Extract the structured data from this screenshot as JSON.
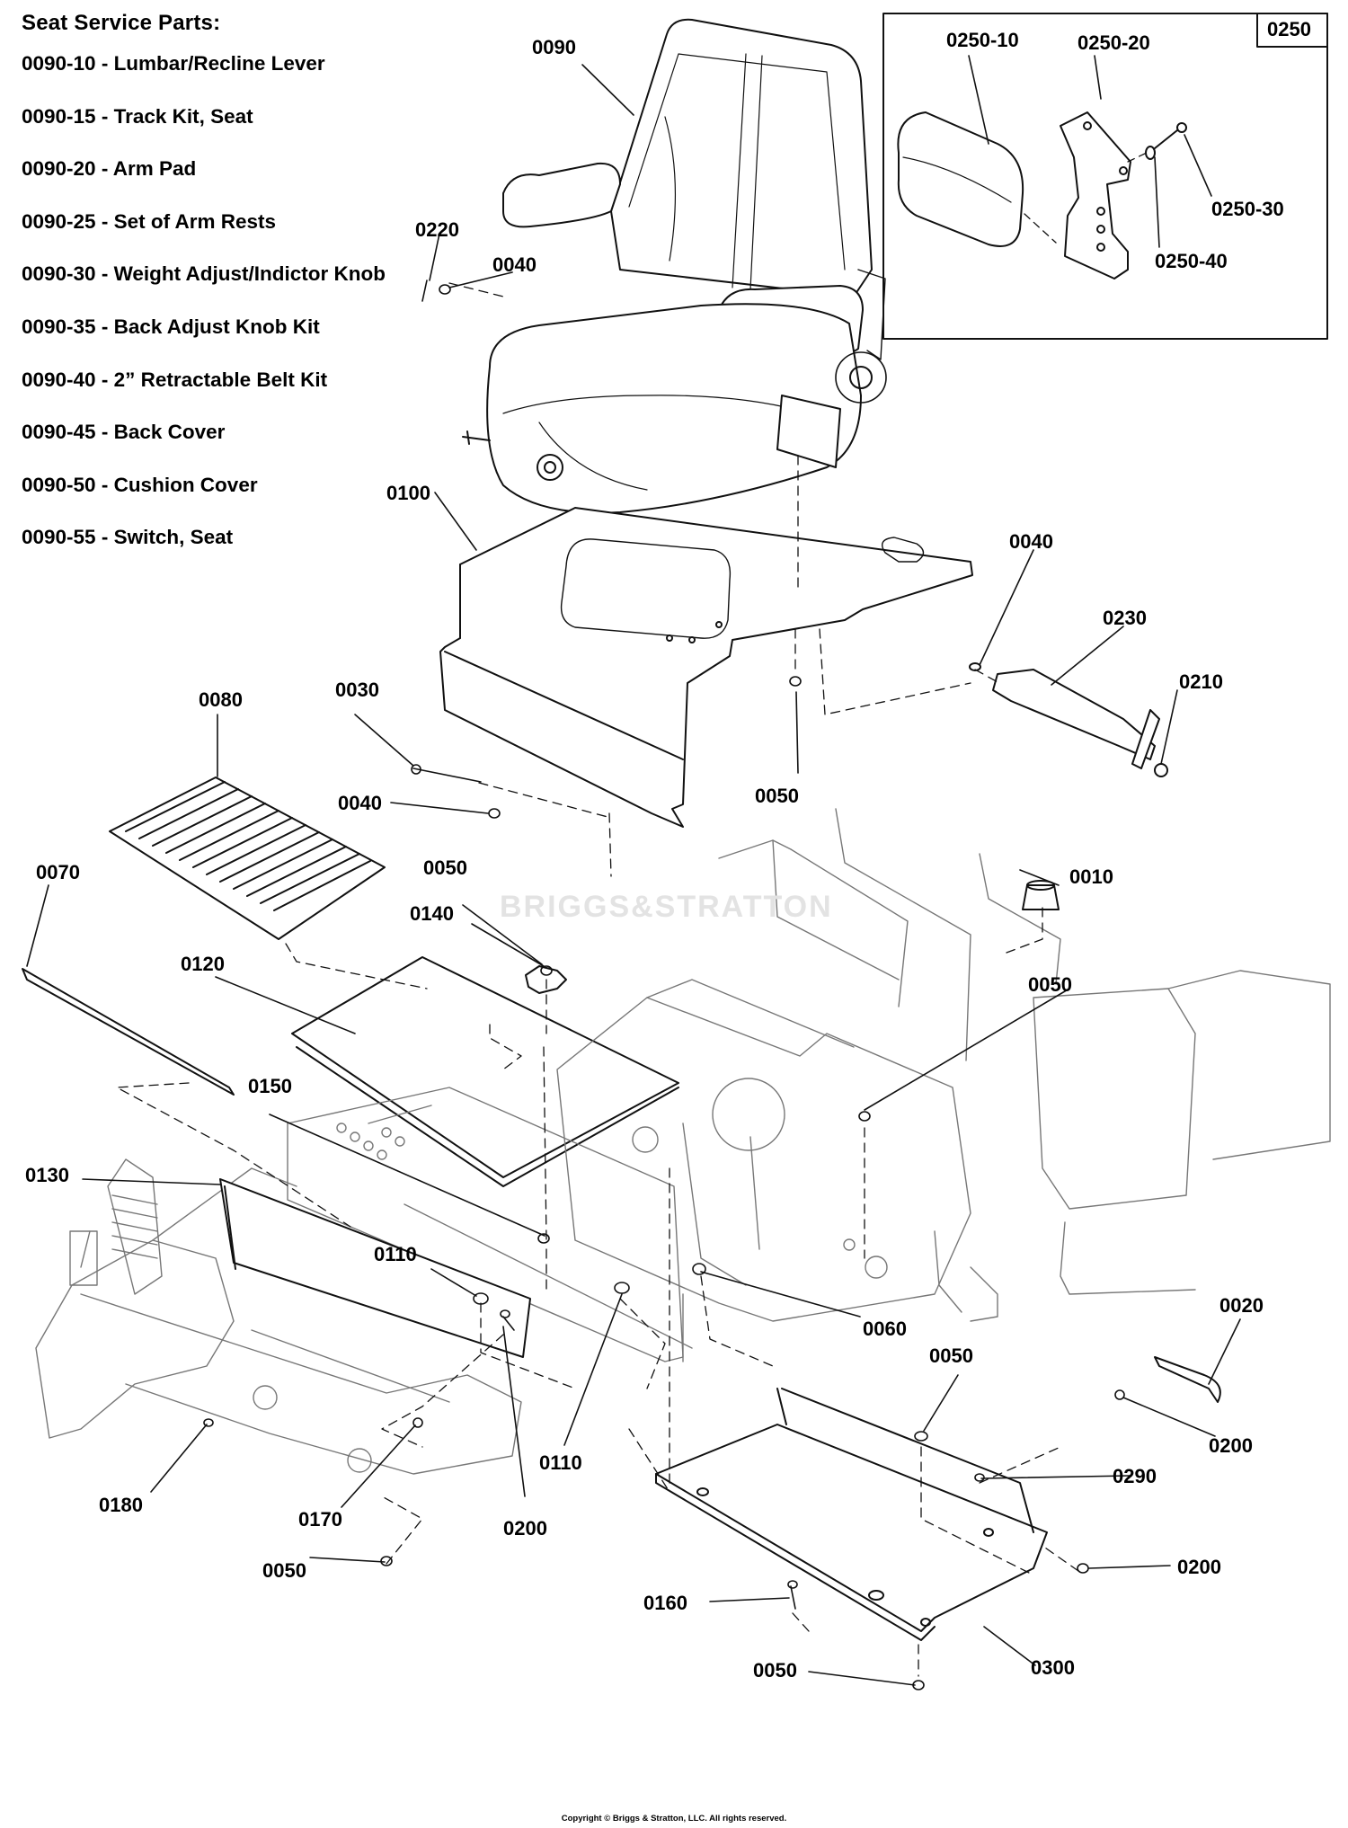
{
  "service_parts": {
    "title": "Seat Service Parts:",
    "items": [
      "0090-10 - Lumbar/Recline Lever",
      "0090-15 - Track Kit, Seat",
      "0090-20 - Arm Pad",
      "0090-25 - Set of Arm Rests",
      "0090-30 - Weight Adjust/Indictor Knob",
      "0090-35 - Back Adjust Knob Kit",
      "0090-40 - 2” Retractable Belt Kit",
      "0090-45 - Back Cover",
      "0090-50 - Cushion Cover",
      "0090-55 - Switch, Seat"
    ]
  },
  "inset": {
    "label": "0250",
    "callouts": [
      "0250-10",
      "0250-20",
      "0250-30",
      "0250-40"
    ]
  },
  "callouts": [
    "0090",
    "0220",
    "0040",
    "0100",
    "0040",
    "0230",
    "0210",
    "0080",
    "0030",
    "0040",
    "0050",
    "0070",
    "0050",
    "0010",
    "0140",
    "0120",
    "0050",
    "0150",
    "0130",
    "0110",
    "0060",
    "0020",
    "0050",
    "0110",
    "0200",
    "0200",
    "0290",
    "0180",
    "0170",
    "0050",
    "0200",
    "0160",
    "0300",
    "0050"
  ],
  "watermark": "BRIGGS&STRATTON",
  "copyright": "Copyright © Briggs & Stratton, LLC. All rights reserved."
}
